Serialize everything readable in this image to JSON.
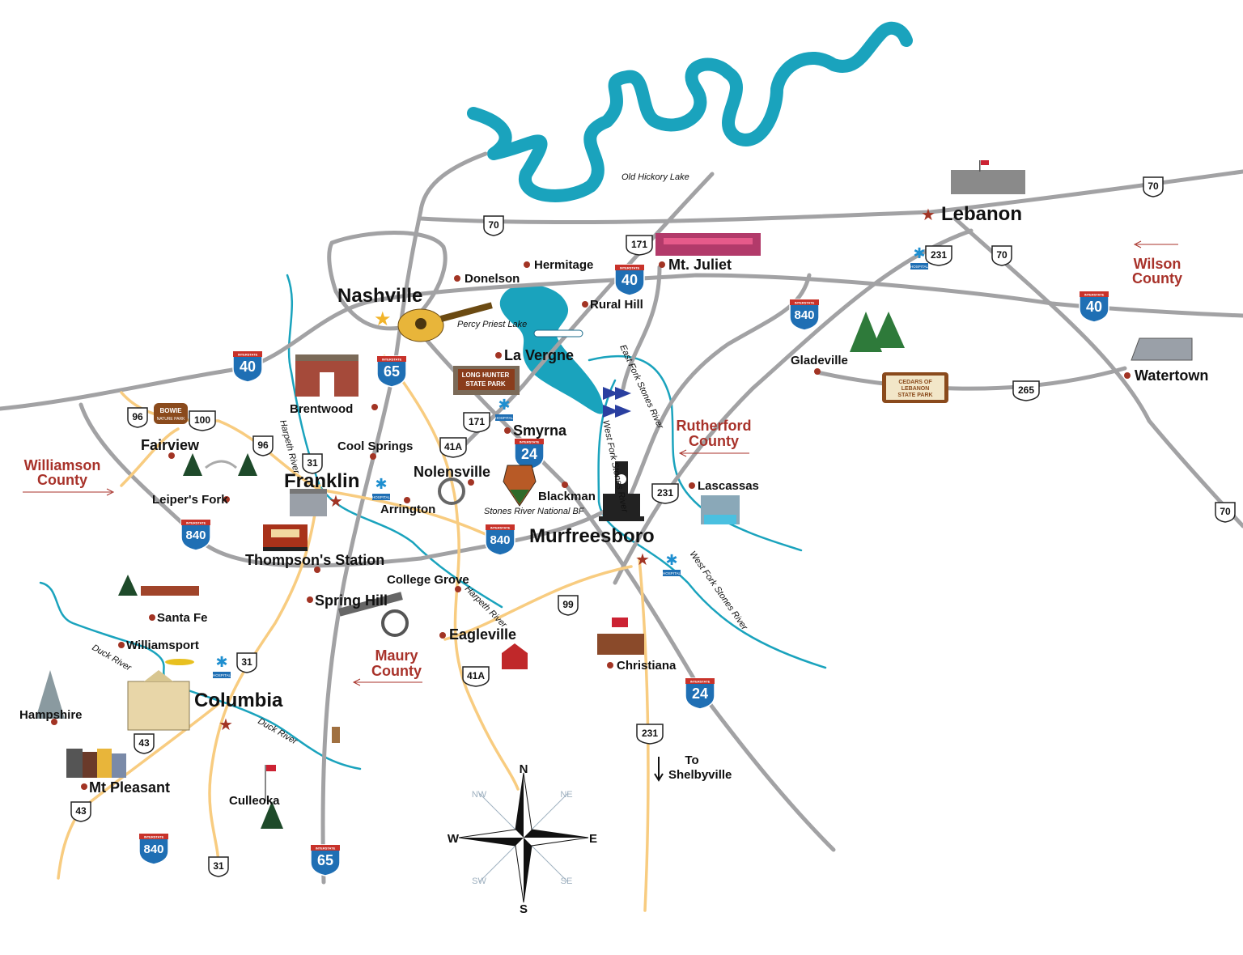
{
  "colors": {
    "water": "#1aa3bd",
    "road": "#a2a2a4",
    "minor_road": "#f8cc80",
    "accent": "#a8322a",
    "interstate": "#1f6fb4"
  },
  "cities": {
    "nashville": "Nashville",
    "lebanon": "Lebanon",
    "mt_juliet": "Mt. Juliet",
    "donelson": "Donelson",
    "hermitage": "Hermitage",
    "rural_hill": "Rural Hill",
    "la_vergne": "La Vergne",
    "smyrna": "Smyrna",
    "brentwood": "Brentwood",
    "cool_springs": "Cool Springs",
    "fairview": "Fairview",
    "leipers_fork": "Leiper's Fork",
    "franklin": "Franklin",
    "arrington": "Arrington",
    "nolensville": "Nolensville",
    "blackman": "Blackman",
    "murfreesboro": "Murfreesboro",
    "thompsons_station": "Thompson's Station",
    "college_grove": "College Grove",
    "spring_hill": "Spring Hill",
    "santa_fe": "Santa Fe",
    "williamsport": "Williamsport",
    "hampshire": "Hampshire",
    "columbia": "Columbia",
    "mt_pleasant": "Mt Pleasant",
    "culleoka": "Culleoka",
    "eagleville": "Eagleville",
    "christiana": "Christiana",
    "gladeville": "Gladeville",
    "watertown": "Watertown",
    "lascassas": "Lascassas"
  },
  "counties": {
    "williamson": [
      "Williamson",
      "County"
    ],
    "wilson": [
      "Wilson",
      "County"
    ],
    "rutherford": [
      "Rutherford",
      "County"
    ],
    "maury": [
      "Maury",
      "County"
    ]
  },
  "water": {
    "old_hickory": "Old Hickory Lake",
    "percy_priest": "Percy Priest Lake",
    "harpeth": "Harpeth River",
    "duck": "Duck River",
    "east_fork": "East Fork Stones River",
    "west_fork": "West Fork Stones River"
  },
  "parks": {
    "long_hunter": [
      "LONG  HUNTER",
      "STATE  PARK"
    ],
    "bowie": [
      "BOWIE",
      "NATURE PARK"
    ],
    "cedars": [
      "CEDARS OF",
      "LEBANON",
      "STATE PARK"
    ],
    "stones_river": "Stones River National BF"
  },
  "hospital": "HOSPITAL",
  "interstate_label": "INTERSTATE",
  "to_shelbyville": [
    "To",
    "Shelbyville"
  ],
  "shields": {
    "i40": "40",
    "i65": "65",
    "i24": "24",
    "i840": "840",
    "us70": "70",
    "r171": "171",
    "r231": "231",
    "r31": "31",
    "r96": "96",
    "r100": "100",
    "r41a": "41A",
    "r99": "99",
    "r43": "43",
    "r265": "265"
  },
  "compass": {
    "n": "N",
    "s": "S",
    "e": "E",
    "w": "W",
    "ne": "NE",
    "nw": "NW",
    "se": "SE",
    "sw": "SW"
  }
}
